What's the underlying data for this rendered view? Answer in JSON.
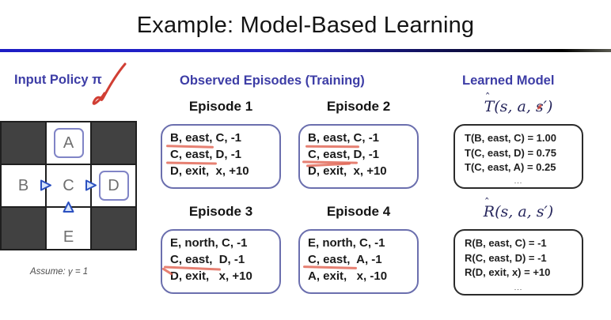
{
  "title": "Example: Model-Based Learning",
  "left": {
    "header": "Input Policy π",
    "grid": {
      "a": "A",
      "b": "B",
      "c": "C",
      "d": "D",
      "e": "E",
      "policy": {
        "B": "east",
        "C": "east",
        "E": "north"
      },
      "exit_states": [
        "A",
        "D"
      ]
    },
    "assumption": "Assume: γ = 1"
  },
  "episodes": {
    "header": "Observed Episodes (Training)",
    "items": [
      {
        "title": "Episode 1",
        "lines": [
          "B, east, C, -1",
          "C, east, D, -1",
          "D, exit,  x, +10"
        ]
      },
      {
        "title": "Episode 2",
        "lines": [
          "B, east, C, -1",
          "C, east, D, -1",
          "D, exit,  x, +10"
        ]
      },
      {
        "title": "Episode 3",
        "lines": [
          "E, north, C, -1",
          "C, east,  D, -1",
          "D, exit,   x, +10"
        ]
      },
      {
        "title": "Episode 4",
        "lines": [
          "E, north, C, -1",
          "C, east,  A, -1",
          "A, exit,   x, -10"
        ]
      }
    ]
  },
  "learned": {
    "header": "Learned Model",
    "transition": {
      "hat": "ˆ",
      "letter": "T",
      "args": "(s, a, s′)",
      "lines": [
        "T(B, east, C) = 1.00",
        "T(C, east, D) = 0.75",
        "T(C, east, A) = 0.25"
      ],
      "more": "..."
    },
    "reward": {
      "hat": "ˆ",
      "letter": "R",
      "args": "(s, a, s′)",
      "lines": [
        "R(B, east, C) = -1",
        "R(C, east, D) = -1",
        "R(D, exit, x) = +10"
      ],
      "more": "..."
    }
  },
  "icons": {
    "policy_arrow_east": "▶",
    "policy_arrow_north": "▲",
    "annotation_checkmark": "✓"
  },
  "colors": {
    "header_blue": "#3d3da6",
    "episode_box_border": "#6b6fae",
    "model_box_border": "#2b2b2b",
    "annotation_red": "#e0604f",
    "grid_dark_cell": "#414141",
    "exit_box_border": "#8084c6",
    "divider_left_blue": "#1d1dc4",
    "divider_right_black": "#000000"
  }
}
